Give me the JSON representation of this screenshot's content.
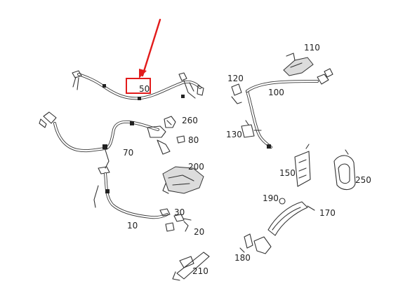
{
  "diagram": {
    "callout_color": "#e21b1b",
    "line_color": "#333333",
    "highlighted_part": "50",
    "part_labels": [
      "50",
      "110",
      "120",
      "100",
      "260",
      "80",
      "130",
      "70",
      "200",
      "150",
      "250",
      "190",
      "30",
      "170",
      "10",
      "20",
      "180",
      "210"
    ]
  }
}
